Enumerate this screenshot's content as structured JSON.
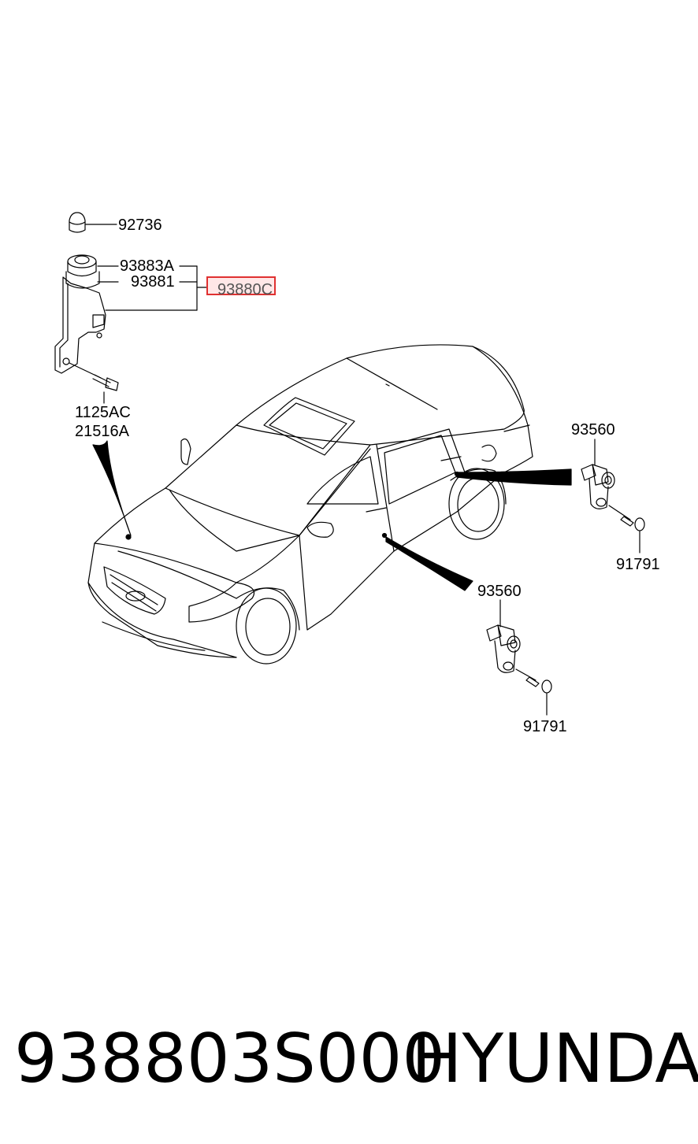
{
  "labels": {
    "p92736": "92736",
    "p93883A": "93883A",
    "p93881": "93881",
    "p93880C": "93880C",
    "p1125AC": "1125AC",
    "p21516A": "21516A",
    "p93560_upper": "93560",
    "p91791_upper": "91791",
    "p93560_lower": "93560",
    "p91791_lower": "91791"
  },
  "footer": {
    "part_number": "938803S000",
    "brand": "HYUNDAI"
  },
  "colors": {
    "line": "#000000",
    "highlight": "#e03030"
  }
}
